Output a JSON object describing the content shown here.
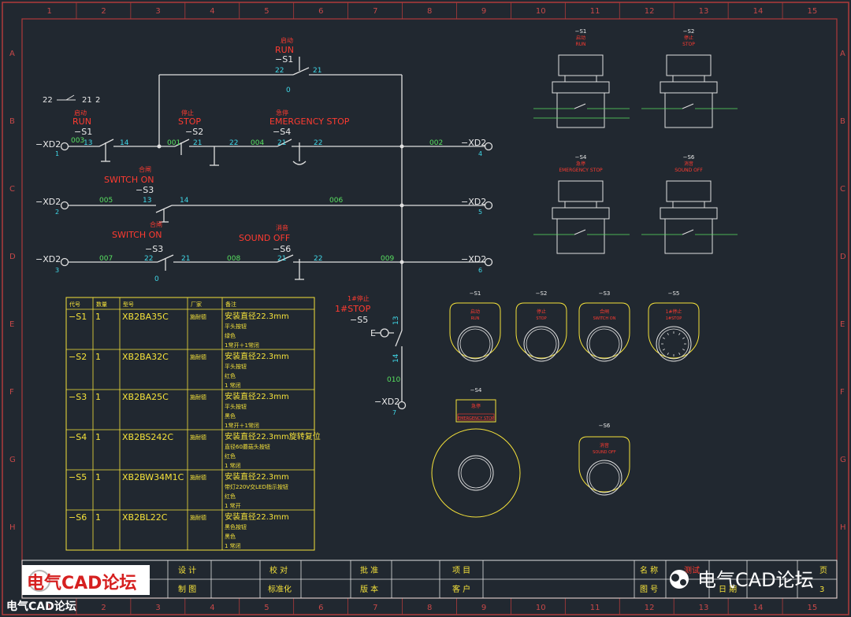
{
  "frame": {
    "columns": [
      "1",
      "2",
      "3",
      "4",
      "5",
      "6",
      "7",
      "8",
      "9",
      "10",
      "11",
      "12",
      "13",
      "14",
      "15"
    ],
    "rows": [
      "A",
      "B",
      "C",
      "D",
      "E",
      "F",
      "G",
      "H"
    ]
  },
  "schematic": {
    "xd2": "−XD2",
    "terminals": {
      "t1": "1",
      "t2": "2",
      "t3": "3",
      "t4": "4",
      "t5": "5",
      "t6": "6",
      "t7": "7"
    },
    "legend_contact": {
      "left": "22",
      "right": "21",
      "suffix": "2"
    },
    "s1": {
      "cn": "启动",
      "en": "RUN",
      "tag": "−S1",
      "a": "13",
      "b": "14",
      "wire_in": "003"
    },
    "s2": {
      "cn": "停止",
      "en": "STOP",
      "tag": "−S2",
      "a": "21",
      "b": "22",
      "wire_in": "001",
      "wire_out": "004"
    },
    "s4": {
      "cn": "急停",
      "en": "EMERGENCY STOP",
      "tag": "−S4",
      "a": "21",
      "b": "22",
      "wire_out": "002"
    },
    "s1_top": {
      "cn": "启动",
      "en": "RUN",
      "tag": "−S1",
      "a": "22",
      "b": "21",
      "n": "0"
    },
    "s3a": {
      "cn": "合闸",
      "en": "SWITCH ON",
      "tag": "−S3",
      "a": "13",
      "b": "14",
      "wire_in": "005",
      "wire_out": "006"
    },
    "s3b": {
      "cn": "合闸",
      "en": "SWITCH ON",
      "tag": "−S3",
      "a": "22",
      "b": "21",
      "wire_in": "007",
      "wire_mid": "008",
      "n": "0"
    },
    "s6": {
      "cn": "消音",
      "en": "SOUND OFF",
      "tag": "−S6",
      "a": "21",
      "b": "22",
      "wire_out": "009"
    },
    "s5": {
      "cn": "1#停止",
      "en": "1#STOP",
      "tag": "−S5",
      "a": "13",
      "b": "14",
      "wire": "010"
    }
  },
  "bom": {
    "headers": [
      "代号",
      "数量",
      "型号",
      "厂家",
      "备注"
    ],
    "rows": [
      {
        "code": "−S1",
        "qty": "1",
        "model": "XB2BA35C",
        "maker": "施耐德",
        "notes": [
          "安装直径22.3mm",
          "平头按钮",
          "绿色",
          "1常开＋1常闭"
        ]
      },
      {
        "code": "−S2",
        "qty": "1",
        "model": "XB2BA32C",
        "maker": "施耐德",
        "notes": [
          "安装直径22.3mm",
          "平头按钮",
          "红色",
          "1 常闭"
        ]
      },
      {
        "code": "−S3",
        "qty": "1",
        "model": "XB2BA25C",
        "maker": "施耐德",
        "notes": [
          "安装直径22.3mm",
          "平头按钮",
          "黑色",
          "1常开＋1常闭"
        ]
      },
      {
        "code": "−S4",
        "qty": "1",
        "model": "XB2BS242C",
        "maker": "施耐德",
        "notes": [
          "安装直径22.3mm旋转复位",
          "直径60蘑菇头按钮",
          "红色",
          "1 常闭"
        ]
      },
      {
        "code": "−S5",
        "qty": "1",
        "model": "XB2BW34M1C",
        "maker": "施耐德",
        "notes": [
          "安装直径22.3mm",
          "带灯220V交LED指示按钮",
          "红色",
          "1 常开"
        ]
      },
      {
        "code": "−S6",
        "qty": "1",
        "model": "XB2BL22C",
        "maker": "施耐德",
        "notes": [
          "安装直径22.3mm",
          "黑色按钮",
          "黑色",
          "1 常闭"
        ]
      }
    ]
  },
  "side_views": [
    {
      "tag": "−S1",
      "cn": "启动",
      "en": "RUN"
    },
    {
      "tag": "−S2",
      "cn": "停止",
      "en": "STOP"
    },
    {
      "tag": "−S4",
      "cn": "急停",
      "en": "EMERGENCY STOP"
    },
    {
      "tag": "−S6",
      "cn": "消音",
      "en": "SOUND OFF"
    }
  ],
  "front_views": [
    {
      "tag": "−S1",
      "cn": "启动",
      "en": "RUN"
    },
    {
      "tag": "−S2",
      "cn": "停止",
      "en": "STOP"
    },
    {
      "tag": "−S3",
      "cn": "合闸",
      "en": "SWITCH ON"
    },
    {
      "tag": "−S5",
      "cn": "1#停止",
      "en": "1#STOP"
    },
    {
      "tag": "−S4",
      "cn": "急停",
      "en": "EMERGENCY STOP"
    },
    {
      "tag": "−S6",
      "cn": "消音",
      "en": "SOUND OFF"
    }
  ],
  "title_block": {
    "design": "设 计",
    "check": "校 对",
    "approve": "批 准",
    "project": "项 目",
    "draw": "制 图",
    "standard": "标准化",
    "version": "版 本",
    "client": "客 户",
    "name": "名 称",
    "drawing_no": "图 号",
    "date": "日 期",
    "sheet": "页",
    "name_value": "测试",
    "sheet_value": "3"
  },
  "watermark": {
    "left": "电气CAD论坛",
    "left_small": "电气CAD论坛",
    "right": "电气CAD论坛"
  }
}
